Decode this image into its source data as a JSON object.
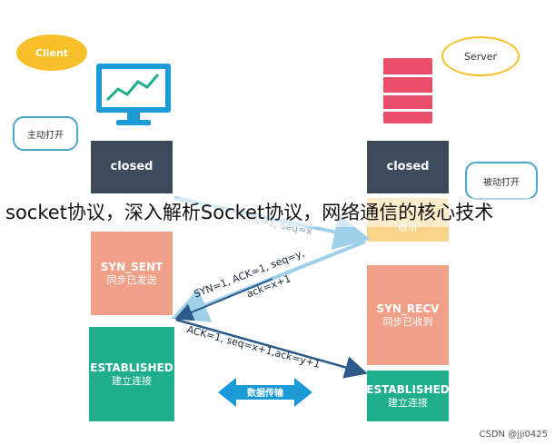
{
  "client": {
    "label": "Client",
    "active_open": "主动打开"
  },
  "server": {
    "label": "Server",
    "passive_open": "被动打开"
  },
  "client_states": {
    "closed": "closed",
    "syn_sent_en": "SYN_SENT",
    "syn_sent_zh": "同步已发送",
    "established_en": "ESTABLISHED",
    "established_zh": "建立连接"
  },
  "server_states": {
    "closed": "closed",
    "listen_zh": "收听",
    "syn_recv_en": "SYN_RECV",
    "syn_recv_zh": "同步已收到",
    "established_en": "ESTABLISHED",
    "established_zh": "建立连接"
  },
  "messages": {
    "syn": "SYN=1, seq=x",
    "syn_ack_line1": "SYN=1, ACK=1, seq=y,",
    "syn_ack_line2": "ack=x+1",
    "ack": "ACK=1, seq=x+1,ack=y+1"
  },
  "data_transfer": "数据传输",
  "caption": "socket协议，深入解析Socket协议，网络通信的核心技术",
  "watermark": "CSDN @jji0425",
  "colors": {
    "closed": "#3c4a5c",
    "established": "#1fae8c",
    "syn": "#f0a088",
    "listen": "#f8d58a",
    "arrow_light": "#9fd0ea",
    "arrow_dark": "#2b5a8a",
    "bubble": "#f7c028",
    "callout": "#4aa6c8"
  }
}
